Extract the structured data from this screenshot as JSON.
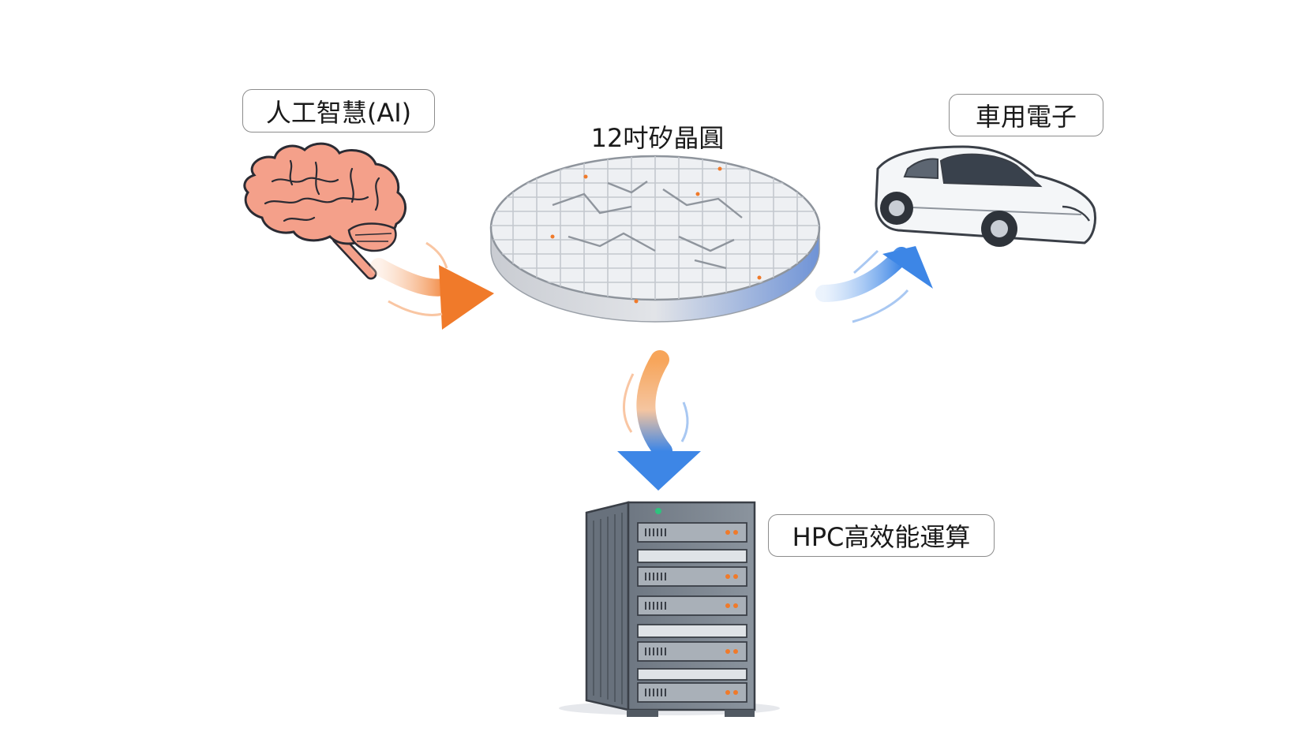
{
  "diagram": {
    "center": {
      "title": "12吋矽晶圓",
      "icon": "wafer-icon"
    },
    "nodes": [
      {
        "id": "ai",
        "label": "人工智慧(AI)",
        "icon": "brain-icon"
      },
      {
        "id": "automotive",
        "label": "車用電子",
        "icon": "car-icon"
      },
      {
        "id": "hpc",
        "label": "HPC高效能運算",
        "icon": "server-rack-icon"
      }
    ],
    "arrows": [
      {
        "from": "ai",
        "to": "wafer",
        "color": "#f07a2a"
      },
      {
        "from": "wafer",
        "to": "automotive",
        "color": "#3d86e6"
      },
      {
        "from": "wafer",
        "to": "hpc",
        "colors": [
          "#f3923e",
          "#3d86e6"
        ]
      }
    ],
    "colors": {
      "brain": "#f4a08a",
      "wafer": "#eef0f3",
      "server": "#7f8893",
      "orange": "#f07a2a",
      "blue": "#3d86e6"
    }
  }
}
